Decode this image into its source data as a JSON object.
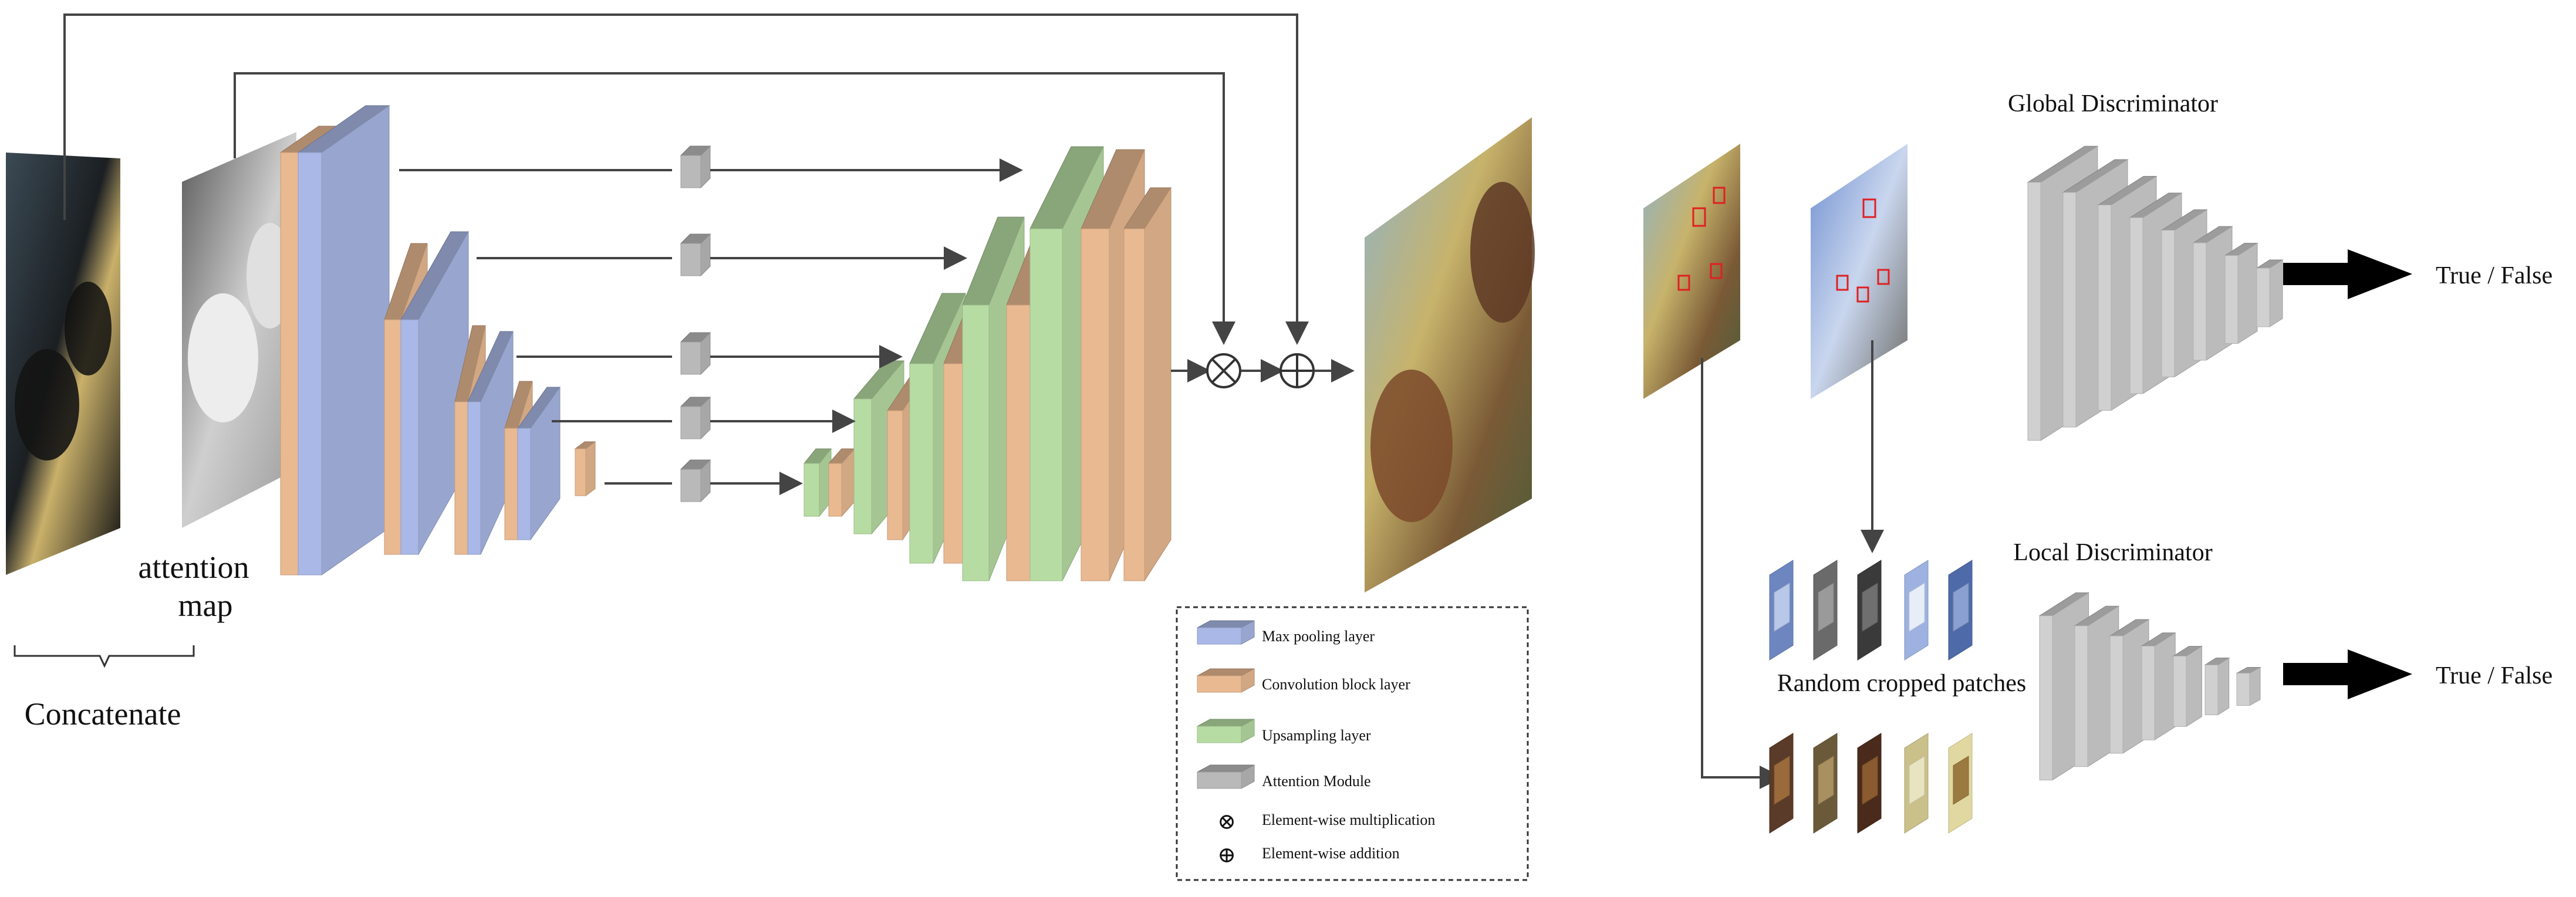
{
  "labels": {
    "attention_line1": "attention",
    "attention_line2": "map",
    "concatenate": "Concatenate",
    "global_discriminator": "Global Discriminator",
    "local_discriminator": "Local Discriminator",
    "random_cropped_patches": "Random cropped patches",
    "true_false_global": "True / False",
    "true_false_local": "True / False"
  },
  "legend": {
    "max_pooling": "Max pooling layer",
    "convolution_block": "Convolution block layer",
    "upsampling": "Upsampling layer",
    "attention_module": "Attention Module",
    "element_multiplication": "Element-wise multiplication",
    "element_addition": "Element-wise addition"
  },
  "colors": {
    "max_pooling": "#a9b8e6",
    "convolution_block": "#e9b991",
    "upsampling": "#b7dca3",
    "attention_module": "#b9b9b9",
    "discriminator": "#d0d0d0",
    "arrow": "#444444"
  },
  "symbols": {
    "multiply": "⊗",
    "add": "⊕"
  }
}
